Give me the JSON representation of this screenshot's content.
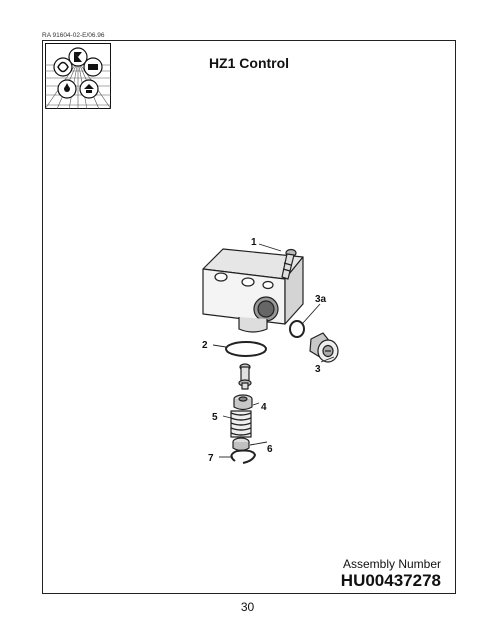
{
  "header": {
    "doc_code": "RA 91604-02-E/06.96"
  },
  "title": "HZ1 Control",
  "callouts": [
    "1",
    "3a",
    "2",
    "3",
    "4",
    "5",
    "6",
    "7"
  ],
  "footer": {
    "assembly_label": "Assembly Number",
    "assembly_number": "HU00437278",
    "page_number": "30"
  },
  "icons": [
    "pump-symbols-logo-icon"
  ]
}
